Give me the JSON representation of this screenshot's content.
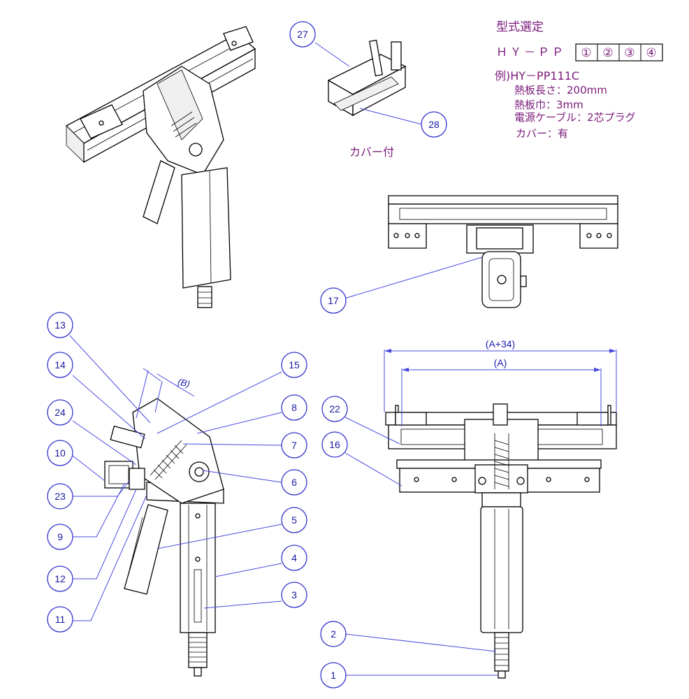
{
  "selection": {
    "title": "型式選定",
    "model_prefix": "ＨＹ－ＰＰ",
    "code_boxes": [
      "①",
      "②",
      "③",
      "④"
    ],
    "example_label": "例)HY－PP111C",
    "spec_lines": [
      "熱板長さ：200mm",
      "熱板巾：3mm",
      "電源ケーブル：2芯プラグ",
      "カバー：有"
    ]
  },
  "cover_caption": "カバー付",
  "dimensions": {
    "overall": "(A+34)",
    "inner": "(A)",
    "angle": "(B)"
  },
  "callouts": [
    "27",
    "28",
    "17",
    "13",
    "14",
    "24",
    "10",
    "23",
    "9",
    "12",
    "11",
    "15",
    "8",
    "7",
    "6",
    "5",
    "4",
    "3",
    "22",
    "16",
    "2",
    "1"
  ],
  "colors": {
    "text_purple": "#7a1a7a",
    "callout_blue": "#3333cc",
    "line": "#000000"
  }
}
